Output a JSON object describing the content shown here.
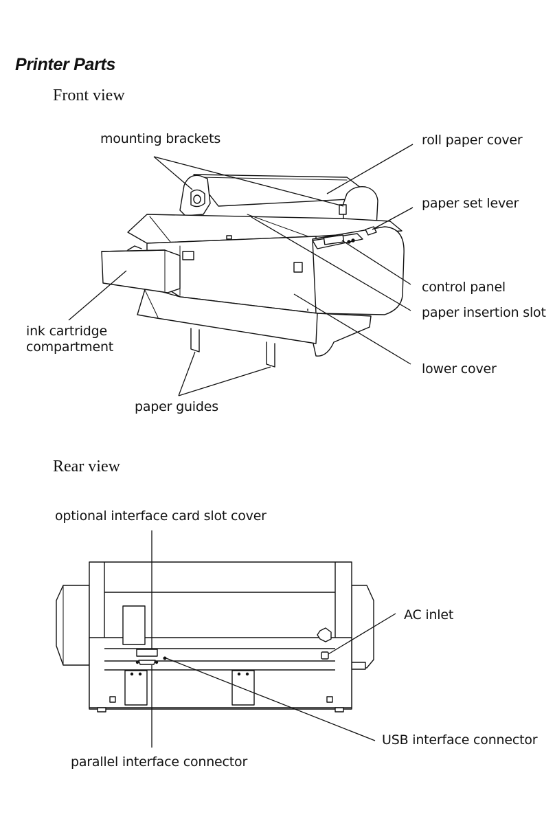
{
  "page": {
    "section_title": "Printer Parts",
    "front_title": "Front view",
    "rear_title": "Rear view"
  },
  "front_labels": {
    "mounting_brackets": "mounting brackets",
    "roll_paper_cover": "roll paper cover",
    "paper_set_lever": "paper set lever",
    "control_panel": "control panel",
    "paper_insertion_slot": "paper insertion slot",
    "ink_cartridge_line1": "ink cartridge",
    "ink_cartridge_line2": "compartment",
    "lower_cover": "lower cover",
    "paper_guides": "paper guides"
  },
  "rear_labels": {
    "optional_interface": "optional interface card slot cover",
    "ac_inlet": "AC inlet",
    "usb_connector": "USB interface connector",
    "parallel_connector": "parallel interface connector"
  }
}
